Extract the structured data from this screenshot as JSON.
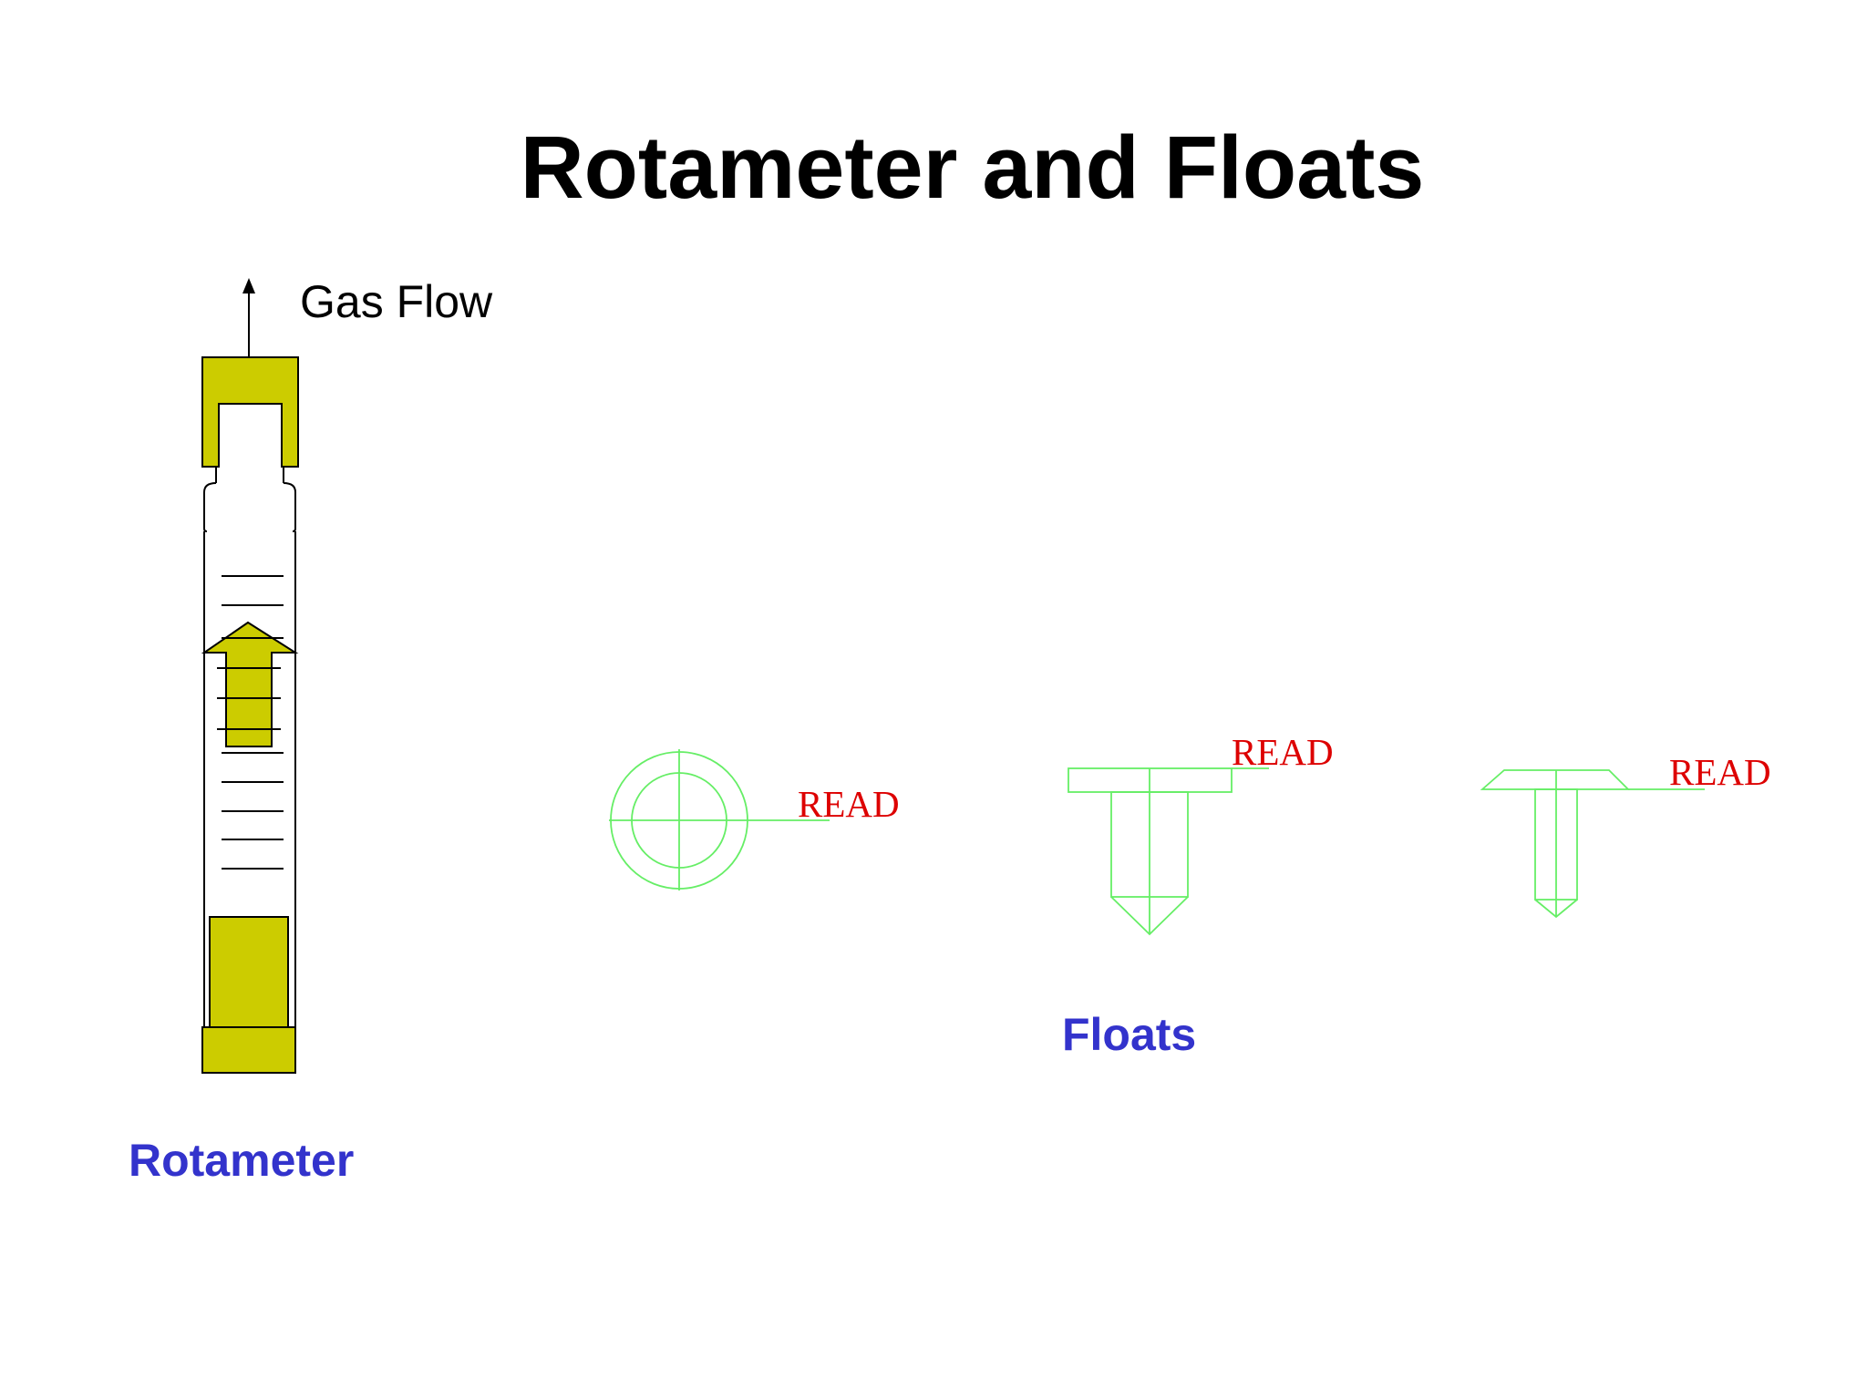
{
  "slide": {
    "title": "Rotameter and Floats",
    "gas_flow_label": "Gas Flow",
    "rotameter_caption": "Rotameter",
    "floats_caption": "Floats"
  },
  "floats": [
    {
      "shape": "spherical",
      "read_label": "READ"
    },
    {
      "shape": "flat-top cylindrical",
      "read_label": "READ"
    },
    {
      "shape": "bevelled-top cylindrical",
      "read_label": "READ"
    }
  ],
  "colors": {
    "title": "#000000",
    "caption": "#3333cc",
    "rotameter_fill": "#cccc00",
    "float_outline": "#66ee66",
    "read_label": "#dd0000"
  }
}
